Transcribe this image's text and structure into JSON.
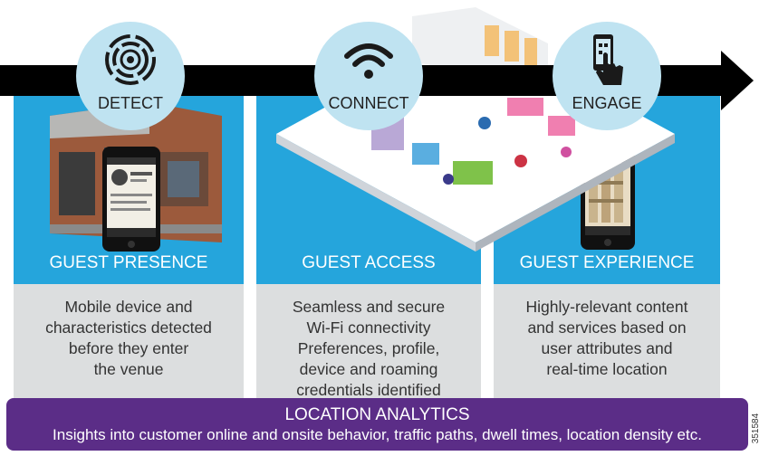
{
  "stages": [
    {
      "circle_label": "DETECT",
      "icon": "radar-signal-icon",
      "title": "GUEST PRESENCE",
      "description": "Mobile device and\ncharacteristics detected\nbefore they enter\nthe venue"
    },
    {
      "circle_label": "CONNECT",
      "icon": "wifi-icon",
      "title": "GUEST ACCESS",
      "description": "Seamless and secure\nWi-Fi connectivity\nPreferences, profile,\ndevice and roaming\ncredentials identified"
    },
    {
      "circle_label": "ENGAGE",
      "icon": "hand-on-phone-icon",
      "title": "GUEST EXPERIENCE",
      "description": "Highly-relevant content\nand services based on\nuser attributes and\nreal-time location"
    }
  ],
  "analytics": {
    "title": "LOCATION ANALYTICS",
    "subtitle": "Insights into customer online and onsite behavior, traffic paths, dwell times, location density etc."
  },
  "side_number": "351584",
  "colors": {
    "blue": "#25a5dc",
    "light_blue": "#bfe3f1",
    "gray": "#dcdedf",
    "purple": "#5b2d87",
    "black": "#000000"
  }
}
